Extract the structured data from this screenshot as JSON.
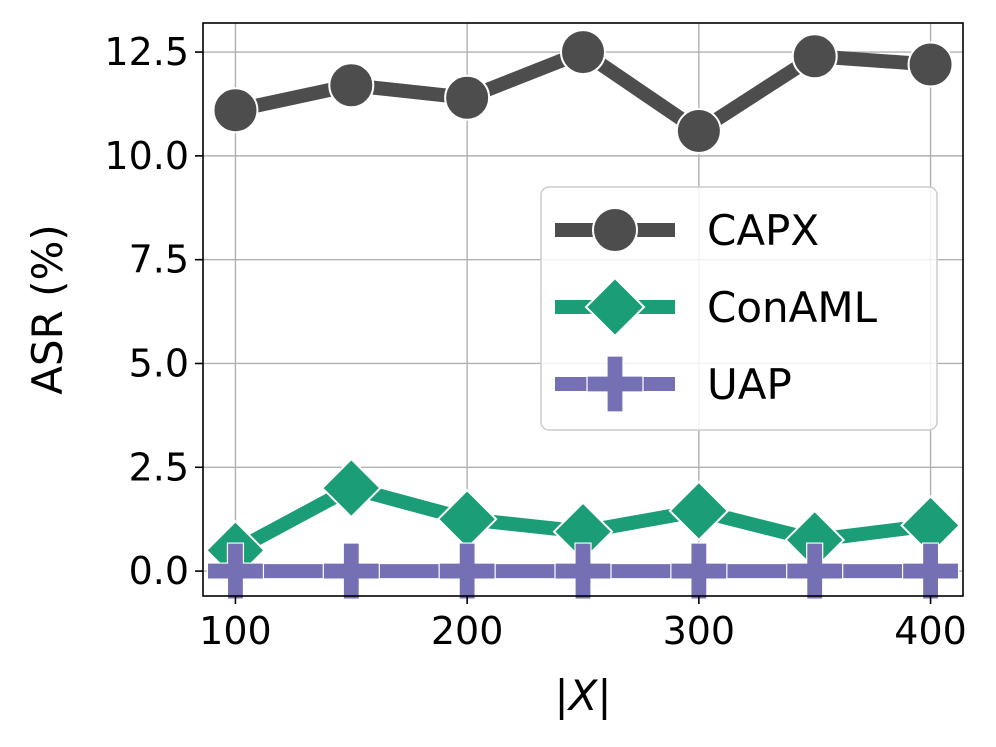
{
  "chart_data": {
    "type": "line",
    "title": "",
    "xlabel": "|X|",
    "ylabel": "ASR (%)",
    "x": [
      100,
      150,
      200,
      250,
      300,
      350,
      400
    ],
    "xlim": [
      86,
      414
    ],
    "ylim": [
      -0.6,
      13.2
    ],
    "xticks": [
      100,
      200,
      300,
      400
    ],
    "xtick_labels": [
      "100",
      "200",
      "300",
      "400"
    ],
    "yticks": [
      0,
      2.5,
      5,
      7.5,
      10,
      12.5
    ],
    "ytick_labels": [
      "0.0",
      "2.5",
      "5.0",
      "7.5",
      "10.0",
      "12.5"
    ],
    "grid": true,
    "legend_position": "center-right",
    "series": [
      {
        "name": "CAPX",
        "color": "#4d4d4d",
        "marker": "circle",
        "values": [
          11.1,
          11.7,
          11.4,
          12.5,
          10.6,
          12.4,
          12.2
        ]
      },
      {
        "name": "ConAML",
        "color": "#1b9e77",
        "marker": "diamond",
        "values": [
          0.5,
          2.0,
          1.25,
          0.95,
          1.45,
          0.75,
          1.1
        ]
      },
      {
        "name": "UAP",
        "color": "#7570b3",
        "marker": "plus",
        "values": [
          0,
          0,
          0,
          0,
          0,
          0,
          0
        ]
      }
    ]
  }
}
